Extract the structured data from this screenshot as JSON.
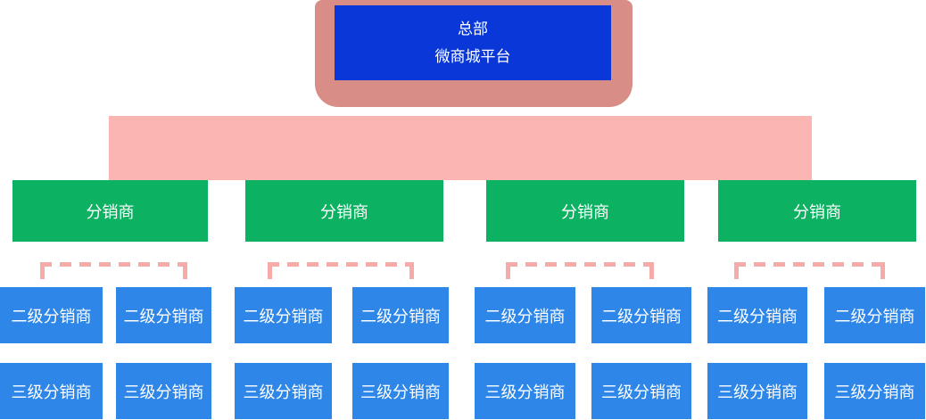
{
  "colors": {
    "hq_blue": "#0a38d8",
    "salmon": "#d88e86",
    "light_pink": "#fbb5b3",
    "green": "#0cb161",
    "node_blue": "#2e86e8",
    "dash_pink": "#f5aba8"
  },
  "headquarters": {
    "line1": "总部",
    "line2": "微商城平台"
  },
  "distributors": [
    "分销商",
    "分销商",
    "分销商",
    "分销商"
  ],
  "level2": [
    "二级分销商",
    "二级分销商",
    "二级分销商",
    "二级分销商",
    "二级分销商",
    "二级分销商",
    "二级分销商",
    "二级分销商"
  ],
  "level3": [
    "三级分销商",
    "三级分销商",
    "三级分销商",
    "三级分销商",
    "三级分销商",
    "三级分销商",
    "三级分销商",
    "三级分销商"
  ]
}
